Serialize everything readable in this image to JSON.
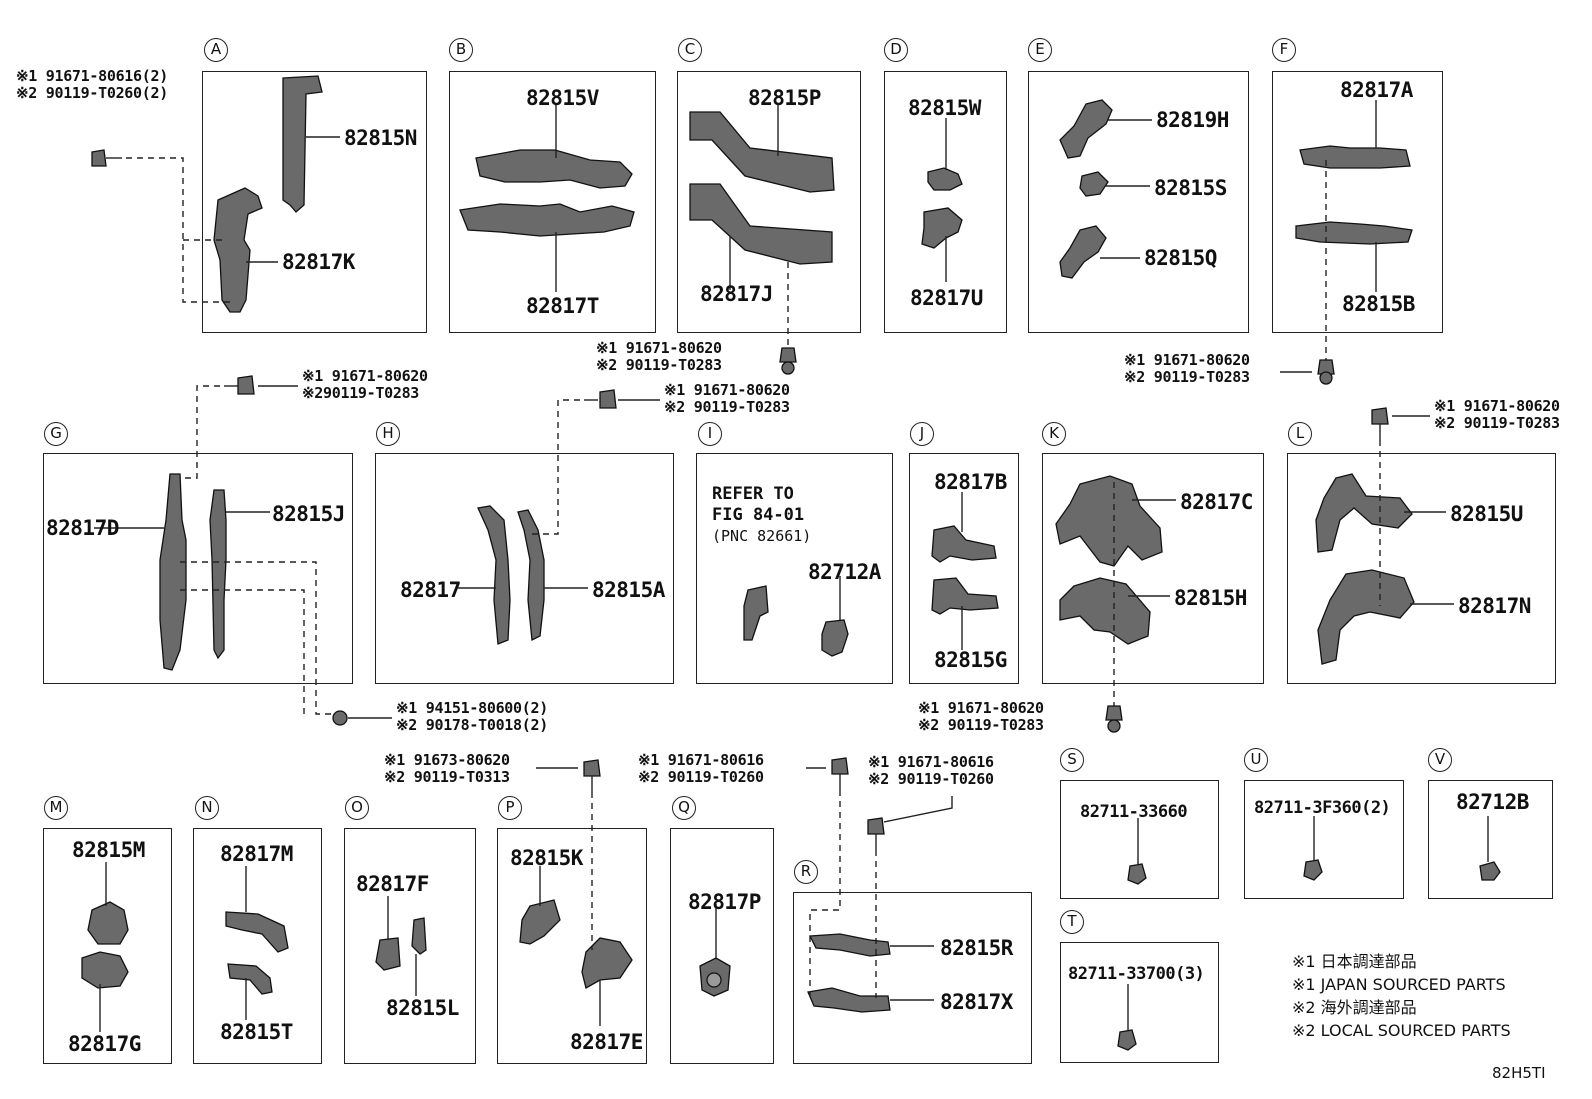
{
  "sections": [
    {
      "id": "A",
      "circle": "A",
      "labels": [
        "82815N",
        "82817K"
      ]
    },
    {
      "id": "B",
      "circle": "B",
      "labels": [
        "82815V",
        "82817T"
      ]
    },
    {
      "id": "C",
      "circle": "C",
      "labels": [
        "82815P",
        "82817J"
      ]
    },
    {
      "id": "D",
      "circle": "D",
      "labels": [
        "82815W",
        "82817U"
      ]
    },
    {
      "id": "E",
      "circle": "E",
      "labels": [
        "82819H",
        "82815S",
        "82815Q"
      ]
    },
    {
      "id": "F",
      "circle": "F",
      "labels": [
        "82817A",
        "82815B"
      ]
    },
    {
      "id": "G",
      "circle": "G",
      "labels": [
        "82817D",
        "82815J"
      ]
    },
    {
      "id": "H",
      "circle": "H",
      "labels": [
        "82817",
        "82815A"
      ]
    },
    {
      "id": "I",
      "circle": "I",
      "labels": [
        "82712A"
      ]
    },
    {
      "id": "J",
      "circle": "J",
      "labels": [
        "82817B",
        "82815G"
      ]
    },
    {
      "id": "K",
      "circle": "K",
      "labels": [
        "82817C",
        "82815H"
      ]
    },
    {
      "id": "L",
      "circle": "L",
      "labels": [
        "82815U",
        "82817N"
      ]
    },
    {
      "id": "M",
      "circle": "M",
      "labels": [
        "82815M",
        "82817G"
      ]
    },
    {
      "id": "N",
      "circle": "N",
      "labels": [
        "82817M",
        "82815T"
      ]
    },
    {
      "id": "O",
      "circle": "O",
      "labels": [
        "82817F",
        "82815L"
      ]
    },
    {
      "id": "P",
      "circle": "P",
      "labels": [
        "82815K",
        "82817E"
      ]
    },
    {
      "id": "Q",
      "circle": "Q",
      "labels": [
        "82817P"
      ]
    },
    {
      "id": "R",
      "circle": "R",
      "labels": [
        "82815R",
        "82817X"
      ]
    },
    {
      "id": "S",
      "circle": "S",
      "labels": [
        "82711-33660"
      ]
    },
    {
      "id": "T",
      "circle": "T",
      "labels": [
        "82711-33700(3)"
      ]
    },
    {
      "id": "U",
      "circle": "U",
      "labels": [
        "82711-3F360(2)"
      ]
    },
    {
      "id": "V",
      "circle": "V",
      "labels": [
        "82712B"
      ]
    }
  ],
  "refer": {
    "line1": "REFER TO",
    "line2": "FIG 84-01",
    "line3": "(PNC 82661)"
  },
  "notes": [
    {
      "l1": "※1 91671-80616(2)",
      "l2": "※2 90119-T0260(2)"
    },
    {
      "l1": "※1 91671-80620",
      "l2": "※2 90119-T0283"
    },
    {
      "l1": "※1 91671-80620",
      "l2": "※2 90119-T0283"
    },
    {
      "l1": "※1 91671-80620",
      "l2": "※290119-T0283"
    },
    {
      "l1": "※1 91671-80620",
      "l2": "※2 90119-T0283"
    },
    {
      "l1": "※1 91671-80620",
      "l2": "※2 90119-T0283"
    },
    {
      "l1": "※1 94151-80600(2)",
      "l2": "※2 90178-T0018(2)"
    },
    {
      "l1": "※1 91671-80620",
      "l2": "※2 90119-T0283"
    },
    {
      "l1": "※1 91673-80620",
      "l2": "※2 90119-T0313"
    },
    {
      "l1": "※1 91671-80616",
      "l2": "※2 90119-T0260"
    },
    {
      "l1": "※1 91671-80616",
      "l2": "※2 90119-T0260"
    }
  ],
  "legend": [
    "※1 日本調達部品",
    "※1 JAPAN SOURCED PARTS",
    "※2 海外調達部品",
    "※2 LOCAL SOURCED PARTS"
  ],
  "diagram_code": "82H5TI"
}
